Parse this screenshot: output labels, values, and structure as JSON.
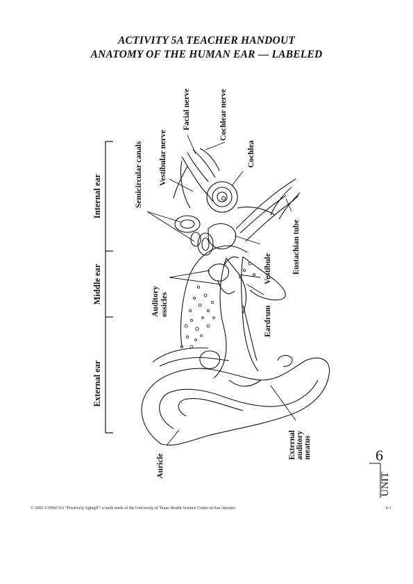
{
  "header": {
    "title_line1": "ACTIVITY 5A TEACHER HANDOUT",
    "title_line2": "ANATOMY OF THE HUMAN EAR — LABELED"
  },
  "regions": {
    "internal": "Internal ear",
    "middle": "Middle ear",
    "external": "External ear"
  },
  "labels": {
    "semicircular": "Semicircular canals",
    "vestibular": "Vestibular nerve",
    "facial": "Facial nerve",
    "cochlear_nerve": "Cochlear nerve",
    "cochlea": "Cochlea",
    "eustachian": "Eustachian tube",
    "vestibule": "Vestibule",
    "eardrum": "Eardrum",
    "ossicles_line1": "Auditory",
    "ossicles_line2": "ossicles",
    "auricle": "Auricle",
    "meatus_line1": "External",
    "meatus_line2": "auditory",
    "meatus_line3": "meatus"
  },
  "footer": {
    "copyright": "© 2001 UTHSCSA “Positively Aging®” a trade mark of the University of Texas Health Science Center at San Antonio",
    "page": "6-1"
  },
  "unit_tab": {
    "word": "UNIT",
    "number": "6"
  }
}
